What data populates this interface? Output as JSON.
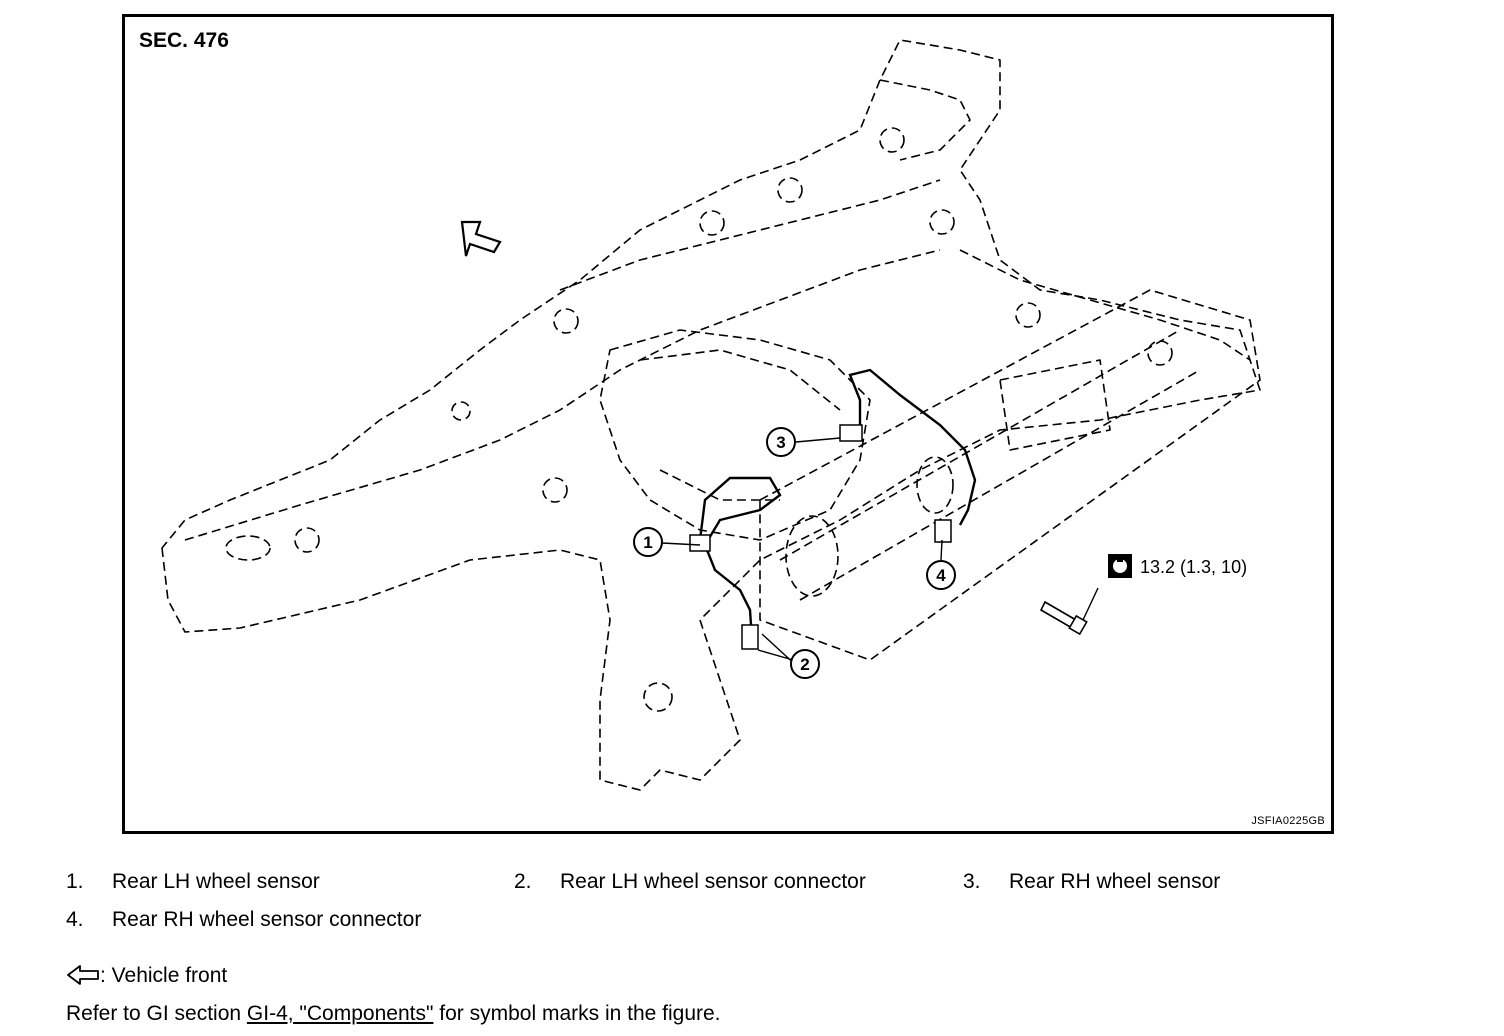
{
  "figure": {
    "section": "SEC. 476",
    "code": "JSFIA0225GB",
    "torque": "13.2 (1.3, 10)",
    "callouts": [
      "1",
      "2",
      "3",
      "4"
    ]
  },
  "legend": [
    {
      "num": "1.",
      "text": "Rear LH wheel sensor"
    },
    {
      "num": "2.",
      "text": "Rear LH wheel sensor connector"
    },
    {
      "num": "3.",
      "text": "Rear RH wheel sensor"
    },
    {
      "num": "4.",
      "text": "Rear RH wheel sensor connector"
    }
  ],
  "front_note": ": Vehicle front",
  "reference": {
    "prefix": "Refer to GI section ",
    "link": "GI-4, \"Components\"",
    "suffix": " for symbol marks in the figure."
  }
}
